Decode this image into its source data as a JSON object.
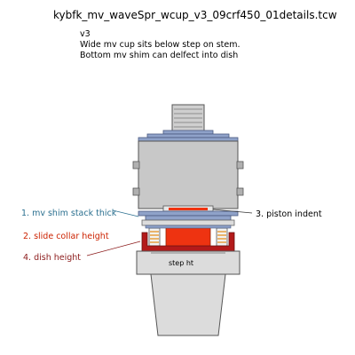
{
  "title": "kybfk_mv_waveSpr_wcup_v3_09crf450_01details.tcw",
  "notes": [
    "v3",
    "Wide mv cup sits below step on stem.",
    "Bottom mv shim can delfect into dish"
  ],
  "labels": {
    "mv_shim": "1. mv shim stack thick",
    "slide_collar": "2. slide collar height",
    "dish_height": "4. dish height",
    "piston_indent": "3. piston indent",
    "step_ht": "step ht"
  },
  "colors": {
    "label_blue": "#2a6f8f",
    "label_red": "#cc2200",
    "label_darkred": "#8b1a1a",
    "shim_blue": "#8fa2c9",
    "body_gray": "#c8c8c8",
    "collar_red": "#ee3311",
    "dish_red": "#b31a1a",
    "spring_orange": "#e8a040"
  }
}
